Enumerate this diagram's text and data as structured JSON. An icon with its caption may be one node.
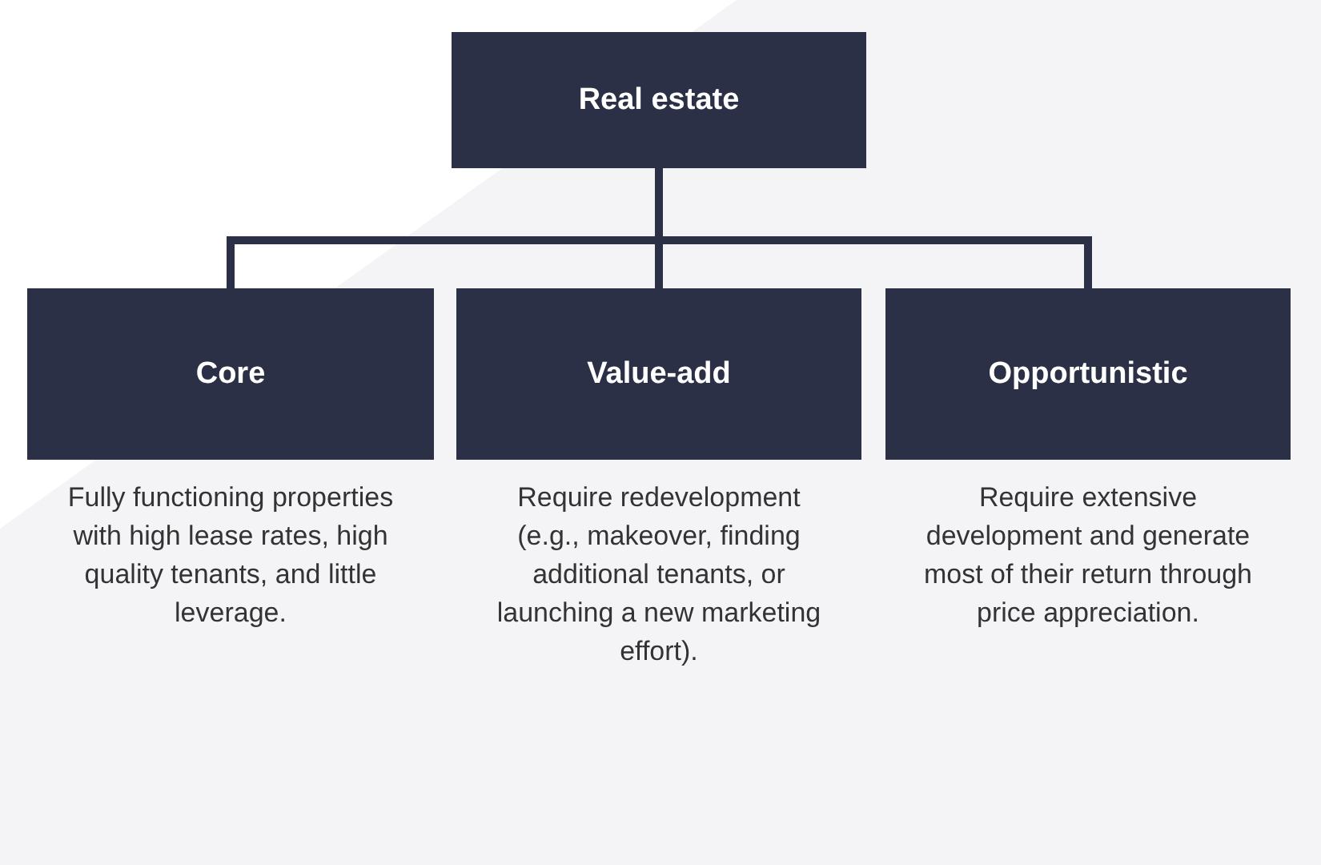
{
  "diagram": {
    "nodes": [
      {
        "text": [
          "Real estate"
        ]
      },
      {
        "text": [
          "Core"
        ],
        "beside": [
          "Fully functioning properties with high lease rates, high quality tenants, and little leverage."
        ]
      },
      {
        "text": [
          "Value-add"
        ],
        "beside": [
          "Require redevelopment (e.g., makeover, finding additional tenants, or launching a new marketing effort)."
        ]
      },
      {
        "text": [
          "Opportunistic"
        ],
        "beside": [
          "Require extensive development and generate most of their return through price appreciation."
        ]
      }
    ],
    "edges": [
      {
        "from": 0,
        "to": 1,
        "arrow": "none"
      },
      {
        "from": 0,
        "to": 2,
        "arrow": "none"
      },
      {
        "from": 0,
        "to": 3,
        "arrow": "none"
      }
    ]
  }
}
